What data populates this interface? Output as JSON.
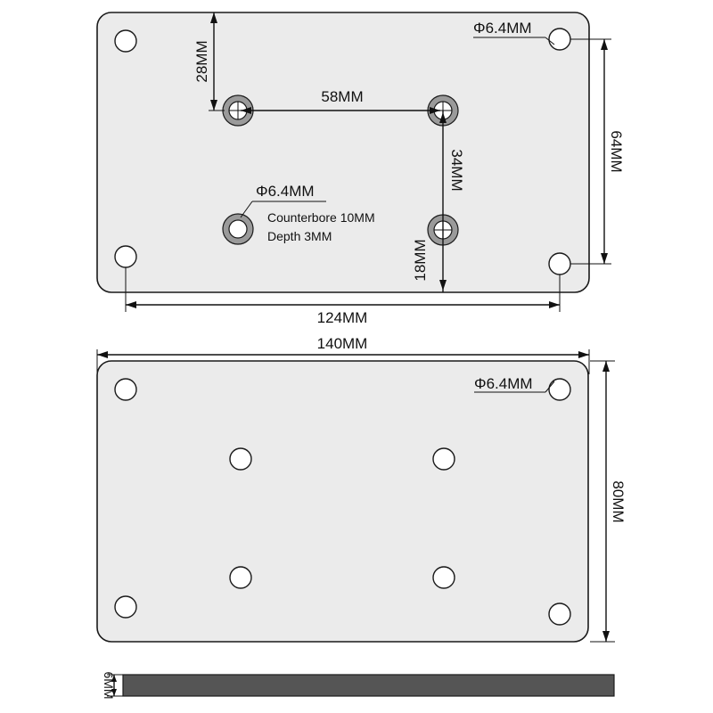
{
  "top_view": {
    "hole_label_tr": "Φ6.4MM",
    "dim_28": "28MM",
    "dim_58": "58MM",
    "dim_34": "34MM",
    "dim_18": "18MM",
    "dim_64": "64MM",
    "dim_124": "124MM",
    "cb_diameter": "Φ6.4MM",
    "cb_note_line1": "Counterbore 10MM",
    "cb_note_line2": "Depth 3MM"
  },
  "bottom_view": {
    "dim_140": "140MM",
    "dim_80": "80MM",
    "hole_label_tr": "Φ6.4MM"
  },
  "side_view": {
    "dim_6": "6MM"
  }
}
